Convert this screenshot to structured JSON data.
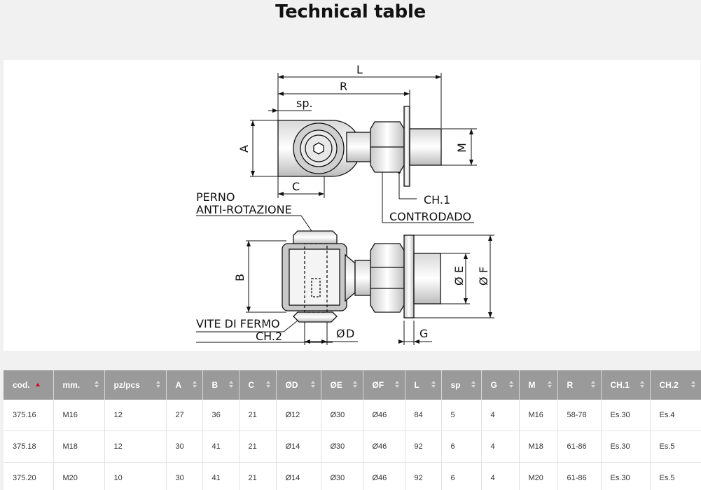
{
  "page": {
    "title": "Technical table"
  },
  "drawing": {
    "labels": {
      "L": "L",
      "R": "R",
      "sp": "sp.",
      "A": "A",
      "M": "M",
      "C": "C",
      "B": "B",
      "E": "E",
      "F": "F",
      "D": "D",
      "G": "G",
      "phi": "Ø",
      "perno_line1": "PERNO",
      "perno_line2": "ANTI-ROTAZIONE",
      "ch1": "CH.1",
      "controdado": "CONTRODADO",
      "vite": "VITE DI FERMO",
      "ch2": "CH.2"
    }
  },
  "table": {
    "accent_color": "#d0021b",
    "header_color": "#9a9a9a",
    "columns": [
      "cod.",
      "mm.",
      "pz/pcs",
      "A",
      "B",
      "C",
      "ØD",
      "ØE",
      "ØF",
      "L",
      "sp",
      "G",
      "M",
      "R",
      "CH.1",
      "CH.2"
    ],
    "rows": [
      [
        "375.16",
        "M16",
        "12",
        "27",
        "36",
        "21",
        "Ø12",
        "Ø30",
        "Ø46",
        "84",
        "5",
        "4",
        "M16",
        "58-78",
        "Es.30",
        "Es.4"
      ],
      [
        "375.18",
        "M18",
        "12",
        "30",
        "41",
        "21",
        "Ø14",
        "Ø30",
        "Ø46",
        "92",
        "6",
        "4",
        "M18",
        "61-86",
        "Es.30",
        "Es.5"
      ],
      [
        "375.20",
        "M20",
        "10",
        "30",
        "41",
        "21",
        "Ø14",
        "Ø30",
        "Ø46",
        "92",
        "6",
        "4",
        "M20",
        "61-86",
        "Es.30",
        "Es.5"
      ]
    ]
  }
}
